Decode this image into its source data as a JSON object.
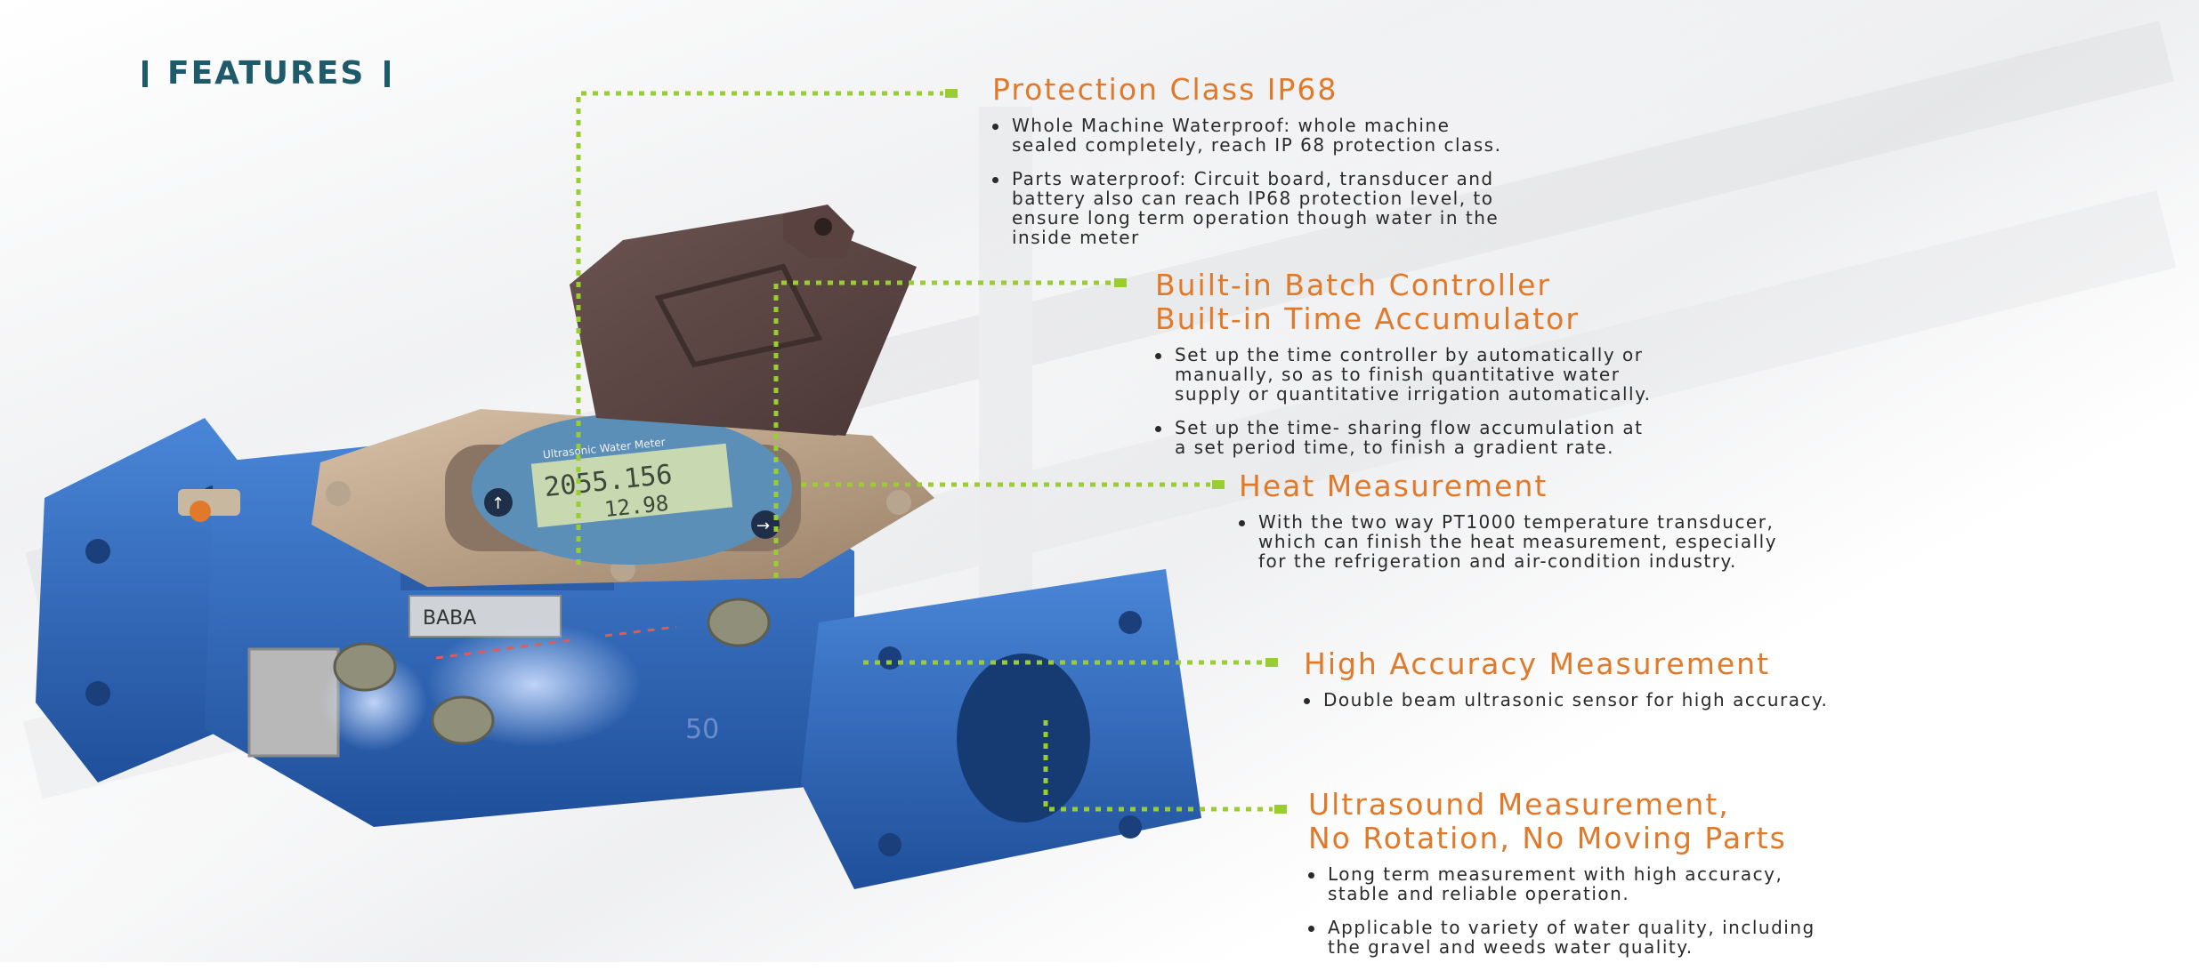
{
  "heading": "FEATURES",
  "colors": {
    "accent": "#e07a2a",
    "heading": "#1f5a6a",
    "leader": "#9acd32",
    "meter_blue": "#2e6bc0"
  },
  "features": [
    {
      "title_lines": [
        "Protection Class IP68"
      ],
      "bullets": [
        "Whole Machine Waterproof:  whole machine\nsealed completely, reach IP 68 protection class.",
        "Parts waterproof:  Circuit board, transducer and\nbattery also can reach IP68 protection level, to\nensure long term operation though water in the\ninside meter"
      ]
    },
    {
      "title_lines": [
        "Built-in Batch Controller",
        "Built-in Time Accumulator"
      ],
      "bullets": [
        "Set up the time controller by automatically or\nmanually, so as to finish quantitative water\nsupply or quantitative irrigation automatically.",
        "Set up the time- sharing flow accumulation at\na set period time, to finish a gradient rate."
      ]
    },
    {
      "title_lines": [
        "Heat Measurement"
      ],
      "bullets": [
        "With the two way PT1000 temperature transducer,\nwhich can finish the heat measurement, especially\nfor the refrigeration and air-condition industry."
      ]
    },
    {
      "title_lines": [
        "High Accuracy Measurement"
      ],
      "bullets": [
        "Double beam ultrasonic sensor for high accuracy."
      ]
    },
    {
      "title_lines": [
        "Ultrasound Measurement,",
        "No Rotation, No Moving Parts"
      ],
      "bullets": [
        "Long term measurement with high accuracy,\nstable and reliable operation.",
        "Applicable to variety of water quality, including\nthe gravel and weeds water quality."
      ]
    }
  ],
  "meter": {
    "label": "Ultrasonic Water Meter",
    "reading_top": "2055.156",
    "reading_bottom": "12.98",
    "nameplate": "BABA",
    "size_mark": "50"
  }
}
